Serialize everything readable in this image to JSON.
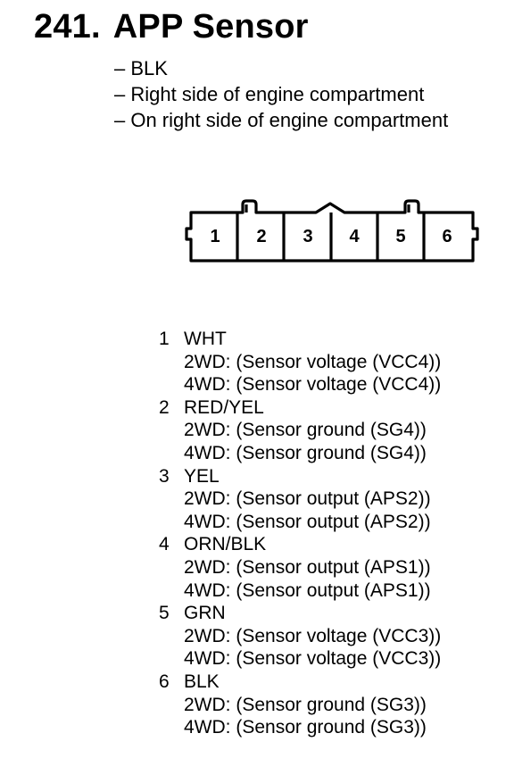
{
  "title": {
    "number": "241.",
    "name": "APP Sensor"
  },
  "specs": [
    "– BLK",
    "– Right side of engine compartment",
    "– On right side of engine compartment"
  ],
  "connector": {
    "terminals": [
      "1",
      "2",
      "3",
      "4",
      "5",
      "6"
    ]
  },
  "pins": [
    {
      "number": "1",
      "color": "WHT",
      "lines": [
        "2WD: (Sensor voltage (VCC4))",
        "4WD: (Sensor voltage (VCC4))"
      ]
    },
    {
      "number": "2",
      "color": "RED/YEL",
      "lines": [
        "2WD: (Sensor ground (SG4))",
        "4WD: (Sensor ground (SG4))"
      ]
    },
    {
      "number": "3",
      "color": "YEL",
      "lines": [
        "2WD: (Sensor output (APS2))",
        "4WD: (Sensor output (APS2))"
      ]
    },
    {
      "number": "4",
      "color": "ORN/BLK",
      "lines": [
        "2WD: (Sensor output (APS1))",
        "4WD: (Sensor output (APS1))"
      ]
    },
    {
      "number": "5",
      "color": "GRN",
      "lines": [
        "2WD: (Sensor voltage (VCC3))",
        "4WD: (Sensor voltage (VCC3))"
      ]
    },
    {
      "number": "6",
      "color": "BLK",
      "lines": [
        "2WD: (Sensor ground (SG3))",
        "4WD: (Sensor ground (SG3))"
      ]
    }
  ]
}
